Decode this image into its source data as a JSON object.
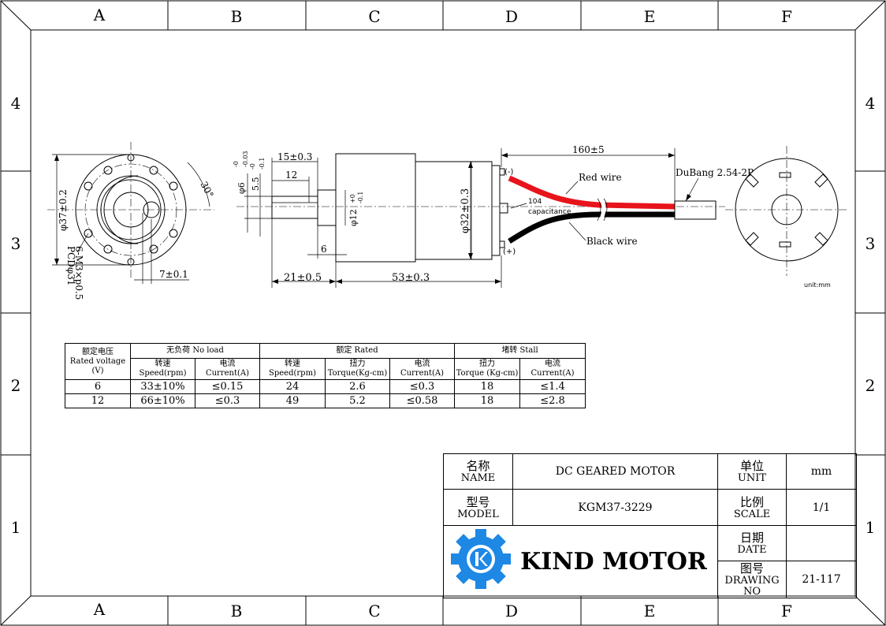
{
  "frame": {
    "columns": [
      "A",
      "B",
      "C",
      "D",
      "E",
      "F"
    ],
    "rows": [
      "4",
      "3",
      "2",
      "1"
    ]
  },
  "drawing": {
    "front_view": {
      "dia_outer": "φ37±0.2",
      "angle": "30°",
      "pcd": "PCDφ31",
      "holes": "6-M3×p0.5",
      "offset": "7±0.1"
    },
    "side_view": {
      "dim_15": "15±0.3",
      "dim_12": "12",
      "shaft_dia": "φ6",
      "shaft_tol_upper": "-0",
      "shaft_tol_lower": "-0.03",
      "flat": "5.5",
      "flat_tol_upper": "-0",
      "flat_tol_lower": "-0.1",
      "boss_dia": "φ12",
      "boss_tol_upper": "+0",
      "boss_tol_lower": "-0.1",
      "dim_6": "6",
      "dim_21": "21±0.5",
      "dim_53": "53±0.3",
      "motor_dia": "φ32±0.3",
      "wire_length": "160±5",
      "connector": "DuBang 2.54-2P",
      "red_wire": "Red wire",
      "black_wire": "Black wire",
      "cap_value": "104",
      "cap_label": "capacitance",
      "minus": "(-)",
      "plus": "(+)"
    },
    "unit_note": "unit:mm",
    "wire_colors": {
      "red": "#e8141b",
      "black": "#000000"
    }
  },
  "spec_table": {
    "headers": {
      "voltage_zh": "额定电压",
      "voltage_en": "Rated voltage",
      "voltage_unit": "(V)",
      "noload": "无负荷 No load",
      "rated": "额定 Rated",
      "stall": "堵转 Stall",
      "speed_zh": "转速",
      "speed_en": "Speed(rpm)",
      "current_zh": "电流",
      "current_en": "Current(A)",
      "torque_zh": "扭力",
      "torque_en": "Torque(Kg-cm)",
      "stall_torque_en": "Torque (Kg-cm)"
    },
    "rows": [
      {
        "voltage": "6",
        "nl_speed": "33±10%",
        "nl_current": "≤0.15",
        "r_speed": "24",
        "r_torque": "2.6",
        "r_current": "≤0.3",
        "s_torque": "18",
        "s_current": "≤1.4"
      },
      {
        "voltage": "12",
        "nl_speed": "66±10%",
        "nl_current": "≤0.3",
        "r_speed": "49",
        "r_torque": "5.2",
        "r_current": "≤0.58",
        "s_torque": "18",
        "s_current": "≤2.8"
      }
    ]
  },
  "title_block": {
    "name_zh": "名称",
    "name_en": "NAME",
    "name_value": "DC GEARED MOTOR",
    "unit_zh": "单位",
    "unit_en": "UNIT",
    "unit_value": "mm",
    "model_zh": "型号",
    "model_en": "MODEL",
    "model_value": "KGM37-3229",
    "scale_zh": "比例",
    "scale_en": "SCALE",
    "scale_value": "1/1",
    "date_zh": "日期",
    "date_en": "DATE",
    "date_value": "",
    "drawing_zh": "图号",
    "drawing_en": "DRAWING NO",
    "drawing_value": "21-117",
    "brand": "KIND MOTOR",
    "brand_color": "#1e88e5"
  }
}
